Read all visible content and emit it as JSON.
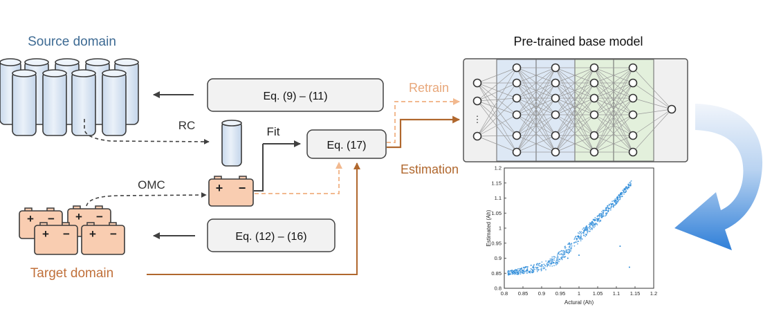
{
  "labels": {
    "source_domain": "Source domain",
    "target_domain": "Target domain",
    "pretrained_model": "Pre-trained base model",
    "rc": "RC",
    "omc": "OMC",
    "fit": "Fit",
    "retrain": "Retrain",
    "estimation": "Estimation"
  },
  "equations": {
    "eq_9_11": "Eq. (9) – (11)",
    "eq_12_16": "Eq. (12) – (16)",
    "eq_17": "Eq. (17)"
  },
  "battery_terminals": {
    "plus": "+",
    "minus": "−"
  },
  "network_nodes": {
    "ellipsis": "⋮"
  },
  "colors": {
    "source_text": "#3d6a93",
    "target_text": "#c0703a",
    "retrain_arrow": "#f2b98f",
    "estimation_arrow": "#b0672d",
    "cell_fill": "#dbe7f4",
    "battery_fill": "#f9cdb1",
    "nn_blue": "#dde8f5",
    "nn_green": "#e3f0dc",
    "curved_arrow": "#3b86d6",
    "scatter_point": "#2a8ad8"
  },
  "chart_data": {
    "type": "scatter",
    "title": "",
    "xlabel": "Actural (Ah)",
    "ylabel": "Estimated (Ah)",
    "xlim": [
      0.8,
      1.2
    ],
    "ylim": [
      0.8,
      1.2
    ],
    "xticks": [
      "0.8",
      "0.85",
      "0.9",
      "0.95",
      "1",
      "1.05",
      "1.1",
      "1.15",
      "1.2"
    ],
    "yticks": [
      "0.8",
      "0.85",
      "0.9",
      "0.95",
      "1",
      "1.05",
      "1.1",
      "1.15",
      "1.2"
    ],
    "grid": false,
    "trend": {
      "x": [
        0.81,
        0.85,
        0.88,
        0.91,
        0.94,
        0.96,
        0.98,
        1.0,
        1.02,
        1.04,
        1.06,
        1.08,
        1.1,
        1.12,
        1.14
      ],
      "y": [
        0.851,
        0.859,
        0.866,
        0.876,
        0.896,
        0.918,
        0.944,
        0.97,
        0.993,
        1.016,
        1.04,
        1.066,
        1.091,
        1.121,
        1.15
      ]
    },
    "outliers": [
      {
        "x": 1.135,
        "y": 0.87
      },
      {
        "x": 1.11,
        "y": 0.94
      },
      {
        "x": 1.0,
        "y": 0.91
      },
      {
        "x": 0.97,
        "y": 0.9
      }
    ]
  }
}
